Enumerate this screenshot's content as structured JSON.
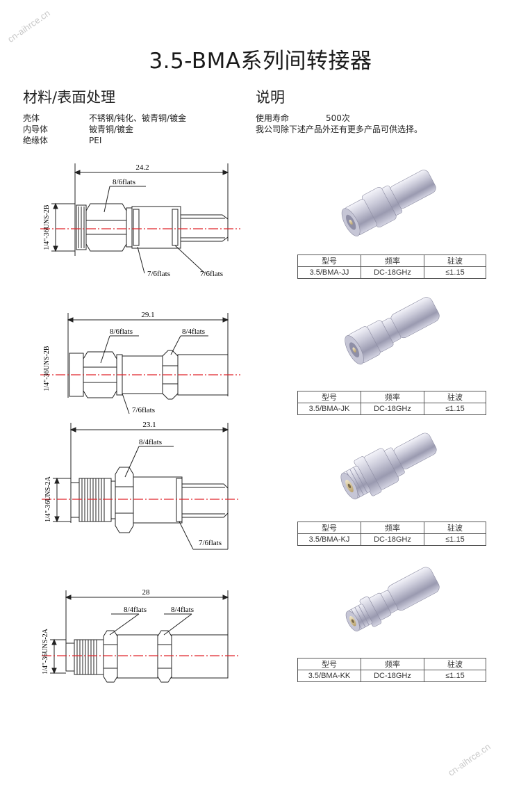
{
  "title": "3.5-BMA系列间转接器",
  "materials": {
    "heading": "材料/表面处理",
    "rows": [
      {
        "part": "壳体",
        "finish": "不锈钢/钝化、铍青铜/镀金"
      },
      {
        "part": "内导体",
        "finish": "铍青铜/镀金"
      },
      {
        "part": "绝缘体",
        "finish": "PEI"
      }
    ]
  },
  "notes": {
    "heading": "说明",
    "life_label": "使用寿命",
    "life_value": "500次",
    "text": "我公司除下述产品外还有更多产品可供选择。"
  },
  "drawings": [
    {
      "length": "24.2",
      "thread": "1/4\"-36UNS-2B",
      "labels": [
        "8/6flats",
        "7/6flats",
        "7/6flats"
      ]
    },
    {
      "length": "29.1",
      "thread": "1/4\"-36UNS-2B",
      "labels": [
        "8/6flats",
        "8/4flats",
        "7/6flats"
      ]
    },
    {
      "length": "23.1",
      "thread": "1/4\"-36UNS-2A",
      "labels": [
        "8/4flats",
        "7/6flats"
      ]
    },
    {
      "length": "28",
      "thread": "1/4\"-36UNS-2A",
      "labels": [
        "8/4flats",
        "8/4flats"
      ]
    }
  ],
  "table_headers": {
    "model": "型号",
    "freq": "频率",
    "vswr": "驻波"
  },
  "products": [
    {
      "model": "3.5/BMA-JJ",
      "freq": "DC-18GHz",
      "vswr": "≤1.15"
    },
    {
      "model": "3.5/BMA-JK",
      "freq": "DC-18GHz",
      "vswr": "≤1.15"
    },
    {
      "model": "3.5/BMA-KJ",
      "freq": "DC-18GHz",
      "vswr": "≤1.15"
    },
    {
      "model": "3.5/BMA-KK",
      "freq": "DC-18GHz",
      "vswr": "≤1.15"
    }
  ],
  "watermark": "cn-aihrce.cn"
}
